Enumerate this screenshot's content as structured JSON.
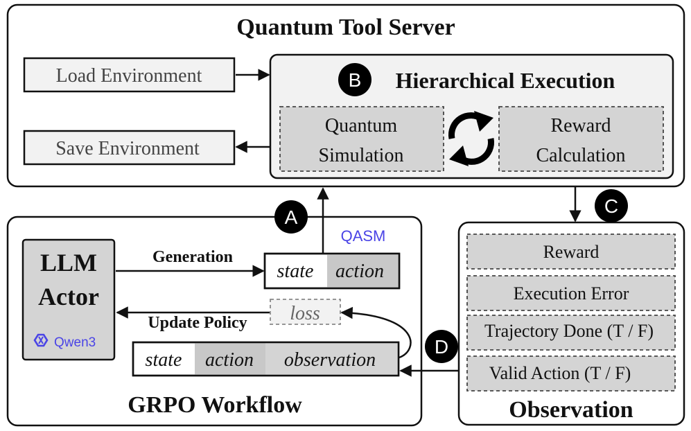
{
  "server": {
    "title": "Quantum Tool Server",
    "load_env": "Load Environment",
    "save_env": "Save Environment",
    "hier_title": "Hierarchical Execution",
    "hier_badge": "B",
    "sim_line1": "Quantum",
    "sim_line2": "Simulation",
    "reward_line1": "Reward",
    "reward_line2": "Calculation"
  },
  "workflow": {
    "title": "GRPO Workflow",
    "badge_a": "A",
    "actor_line1": "LLM",
    "actor_line2": "Actor",
    "qwen_label": "Qwen3",
    "generation": "Generation",
    "update_policy": "Update Policy",
    "qasm": "QASM",
    "state1": "state",
    "action1": "action",
    "loss": "loss",
    "state2": "state",
    "action2": "action",
    "observation2": "observation"
  },
  "observation": {
    "title": "Observation",
    "badge_c": "C",
    "badge_d": "D",
    "items": [
      "Reward",
      "Execution Error",
      "Trajectory Done (T / F)",
      "Valid Action (T / F)"
    ]
  },
  "colors": {
    "box_fill": "#f2f2f2",
    "inner_fill": "#d4d4d4",
    "action_fill": "#c8c8c8",
    "accent_blue": "#4a44e6",
    "badge": "#000000"
  }
}
